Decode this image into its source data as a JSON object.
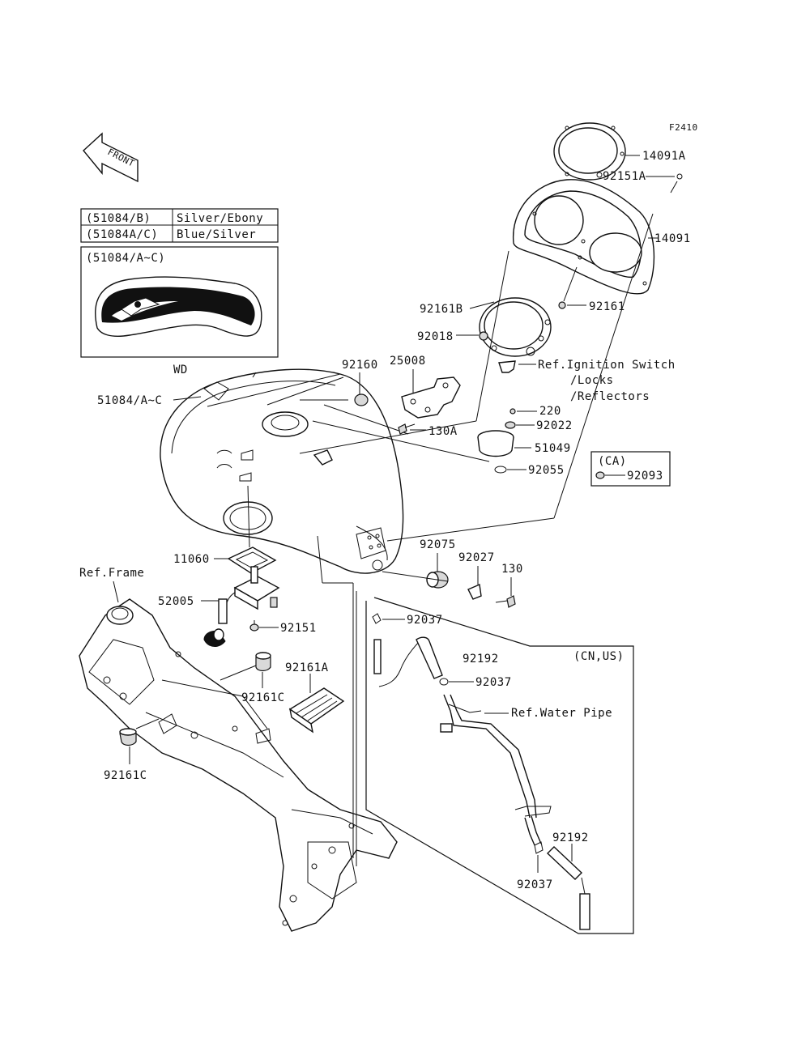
{
  "diagram_code": "F2410",
  "front_arrow_text": "FRONT",
  "color_table": [
    {
      "code": "(51084/B)",
      "color": "Silver/Ebony"
    },
    {
      "code": "(51084A/C)",
      "color": "Blue/Silver"
    }
  ],
  "inset_label": "(51084/A~C)",
  "inset_caption": "WD",
  "region_labels": {
    "ca": "(CA)",
    "cn_us": "(CN,US)"
  },
  "parts": {
    "p14091A": "14091A",
    "p92151A": "92151A",
    "p14091": "14091",
    "p92161B": "92161B",
    "p92161": "92161",
    "p92018": "92018",
    "ref_ignition_1": "Ref.Ignition Switch",
    "ref_ignition_2": "/Locks",
    "ref_ignition_3": "/Reflectors",
    "p92160": "92160",
    "p25008": "25008",
    "p51084": "51084/A~C",
    "p130A": "130A",
    "p220": "220",
    "p92022": "92022",
    "p51049": "51049",
    "p92055": "92055",
    "p92093": "92093",
    "p11060": "11060",
    "ref_frame": "Ref.Frame",
    "p52005": "52005",
    "p92151": "92151",
    "p92075": "92075",
    "p92027": "92027",
    "p130": "130",
    "p92037_a": "92037",
    "p92192_a": "92192",
    "p92037_b": "92037",
    "ref_water_pipe": "Ref.Water Pipe",
    "p92161A": "92161A",
    "p92161C_a": "92161C",
    "p92161C_b": "92161C",
    "p92192_b": "92192",
    "p92037_c": "92037"
  }
}
